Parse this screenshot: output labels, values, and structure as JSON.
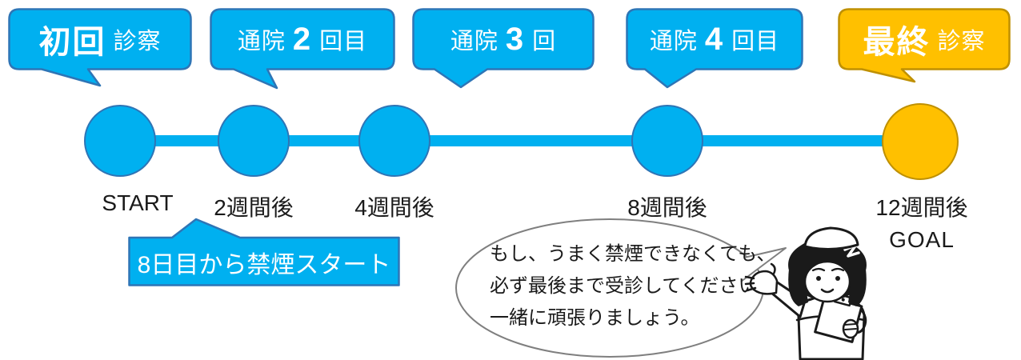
{
  "callouts": [
    {
      "pre": "",
      "em": "初回",
      "post": "診察"
    },
    {
      "pre": "通院",
      "em": "2",
      "post": "回目"
    },
    {
      "pre": "通院",
      "em": "3",
      "post": "回"
    },
    {
      "pre": "通院",
      "em": "4",
      "post": "回目"
    },
    {
      "pre": "",
      "em": "最終",
      "post": "診察"
    }
  ],
  "timeline": {
    "milestones": [
      "START",
      "2週間後",
      "4週間後",
      "8週間後",
      "12週間後"
    ],
    "goal": "GOAL"
  },
  "note": {
    "text": "8日目から禁煙スタート"
  },
  "speech": {
    "line1": "もし、うまく禁煙できなくても、",
    "line2": "必ず最後まで受診してくださいね。",
    "line3": "一緒に頑張りましょう。"
  },
  "illustration": {
    "name": "nurse-with-clipboard"
  },
  "colors": {
    "primary_blue": "#00B0F0",
    "border_blue": "#2E75B6",
    "accent_gold": "#FFC000",
    "border_gold": "#BF9000",
    "speech_outline": "#7F7F7F",
    "text_dark": "#1A1A1A",
    "text_white": "#FFFFFF"
  }
}
